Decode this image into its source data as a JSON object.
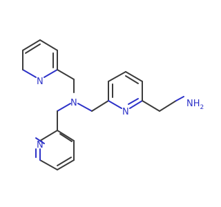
{
  "molecule": {
    "atoms": [
      {
        "id": "nh2",
        "text": "NH",
        "sub": "2"
      },
      {
        "id": "n_pyr_center",
        "text": "N"
      },
      {
        "id": "n_amine",
        "text": "N"
      },
      {
        "id": "n_pyr_upper",
        "text": "N"
      },
      {
        "id": "n_pyr_lower",
        "text": "N"
      }
    ]
  },
  "colors": {
    "bond": "#3b3b3b",
    "nitrogen": "#2d32c8",
    "background": "#ffffff"
  }
}
